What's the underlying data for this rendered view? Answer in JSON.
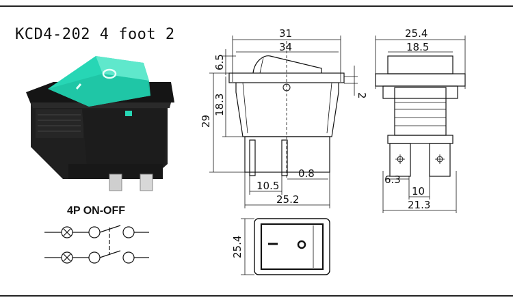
{
  "title": "KCD4-202 4 foot 2",
  "circuit_label": "4P ON-OFF",
  "colors": {
    "switch_rocker": "#27d6b5",
    "switch_body": "#1b1b1b",
    "lines": "#111111"
  },
  "side_view": {
    "dim_top_outer": "31",
    "dim_top_inner": "34",
    "dim_rocker": "6.5",
    "dim_body": "18.3",
    "dim_total_height": "29",
    "dim_clip": "2",
    "dim_pin_thickness": "0.8",
    "dim_pin_pitch": "10.5",
    "dim_bottom": "25.2"
  },
  "front_view": {
    "dim_top_outer": "25.4",
    "dim_top_inner": "18.5",
    "dim_pin_width": "6.3",
    "dim_pin_pitch": "10",
    "dim_bottom": "21.3"
  },
  "top_view": {
    "dim_height": "25.4"
  }
}
